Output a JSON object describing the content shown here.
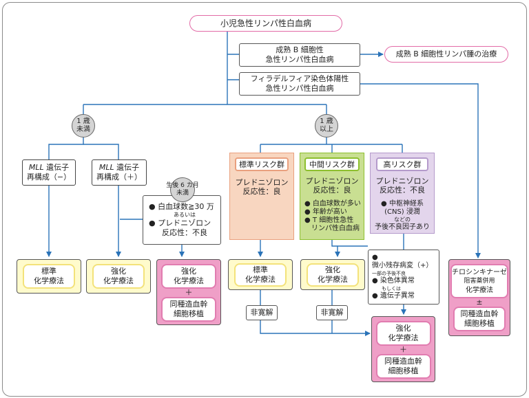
{
  "colors": {
    "wire": "#2a73b8",
    "yellow_fill": "#fffbcc",
    "yellow_border": "#f3e27a",
    "pink_fill": "#ef9fc7",
    "pink_border": "#e17cb0",
    "standard_risk_fill": "#f8d6c0",
    "standard_risk_border": "#e9a07e",
    "intermediate_risk_fill": "#c9df92",
    "intermediate_risk_border": "#8dbf2e",
    "high_risk_fill": "#e3d5ec",
    "high_risk_border": "#b49acb",
    "age_node_fill": "#d4d4d4"
  },
  "root": "小児急性リンパ性白血病",
  "mature_b": {
    "line1": "成熟 B 細胞性",
    "line2": "急性リンパ性白血病"
  },
  "mature_b_treatment": "成熟 B 細胞性リンパ腫の治療",
  "ph": {
    "line1": "フィラデルフィア染色体陽性",
    "line2": "急性リンパ性白血病"
  },
  "age": {
    "under1": {
      "line1": "1 歳",
      "line2": "未満"
    },
    "over1": {
      "line1": "1 歳",
      "line2": "以上"
    }
  },
  "mll_neg": {
    "gene": "MLL",
    "gene_suffix": " 遺伝子",
    "line2": "再構成（−）"
  },
  "mll_pos": {
    "gene": "MLL",
    "gene_suffix": " 遺伝子",
    "line2": "再構成（＋）"
  },
  "under6m": {
    "line1": "生後 6 カ月",
    "line2": "未満"
  },
  "poor_conditions": {
    "item1": "白血球数≧30 万",
    "or": "あるいは",
    "item2": "プレドニゾロン",
    "item2b": "反応性：不良"
  },
  "risk": {
    "standard": {
      "title": "標準リスク群",
      "line1": "プレドニゾロン",
      "line2": "反応性：良"
    },
    "intermediate": {
      "title": "中間リスク群",
      "line1": "プレドニゾロン",
      "line2": "反応性：良",
      "b1": "白血球数が多い",
      "b2": "年齢が高い",
      "b3": "T 細胞性急性",
      "b3b": "リンパ性白血病"
    },
    "high": {
      "title": "高リスク群",
      "line1": "プレドニゾロン",
      "line2": "反応性：不良",
      "b1": "中枢神経系",
      "b1b": "(CNS) 浸潤",
      "etc": "などの",
      "b2": "予後不良因子あり"
    }
  },
  "mrd_box": {
    "item1": "微小残存病変（+）",
    "note": "一部の予後不良",
    "item2": "染色体異常",
    "or": "もしくは",
    "item3": "遺伝子異常"
  },
  "treatment": {
    "standard_chemo": {
      "line1": "標準",
      "line2": "化学療法"
    },
    "intensive_chemo": {
      "line1": "強化",
      "line2": "化学療法"
    },
    "plus": "＋",
    "pm": "±",
    "hsct": {
      "line1": "同種造血幹",
      "line2": "細胞移植"
    },
    "tki": {
      "line1": "チロシンキナーゼ",
      "line2": "阻害薬併用",
      "line3": "化学療法"
    }
  },
  "non_remission": "非寛解"
}
